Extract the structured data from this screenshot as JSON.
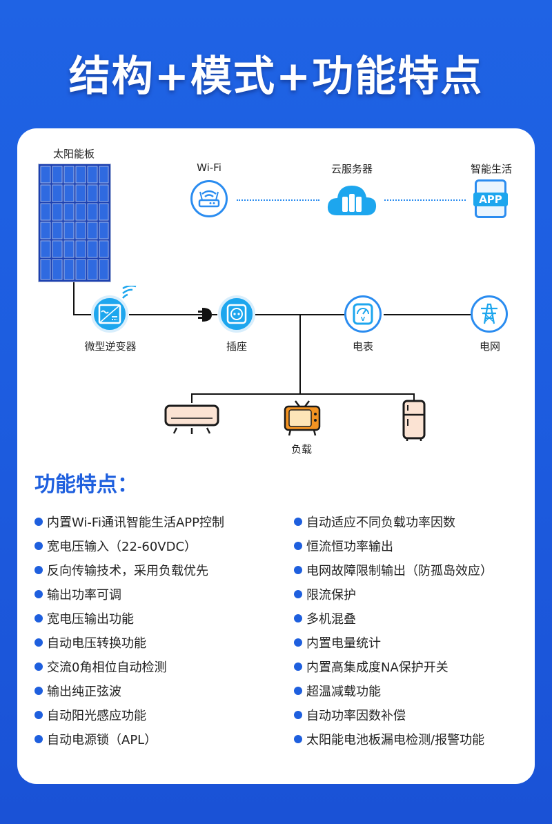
{
  "page": {
    "title": "结构+模式+功能特点"
  },
  "diagram": {
    "solar_panel_label": "太阳能板",
    "wifi_label": "Wi-Fi",
    "cloud_label": "云服务器",
    "app_label": "智能生活",
    "app_badge_text": "APP",
    "inverter_label": "微型逆变器",
    "socket_label": "插座",
    "meter_label": "电表",
    "meter_symbol": "V",
    "grid_label": "电网",
    "load_label": "负载"
  },
  "features": {
    "heading": "功能特点：",
    "left": [
      "内置Wi-Fi通讯智能生活APP控制",
      "宽电压输入（22-60VDC）",
      "反向传输技术，采用负载优先",
      "输出功率可调",
      "宽电压输出功能",
      "自动电压转换功能",
      "交流0角相位自动检测",
      "输出纯正弦波",
      "自动阳光感应功能",
      "自动电源锁（APL）"
    ],
    "right": [
      "自动适应不同负载功率因数",
      "恒流恒功率输出",
      "电网故障限制输出（防孤岛效应）",
      "限流保护",
      "多机混叠",
      "内置电量统计",
      "内置高集成度NA保护开关",
      "超温减载功能",
      "自动功率因数补偿",
      "太阳能电池板漏电检测/报警功能"
    ]
  },
  "colors": {
    "brand_blue": "#1e5fde",
    "icon_blue": "#1da6ee",
    "accent_orange": "#f39322"
  }
}
